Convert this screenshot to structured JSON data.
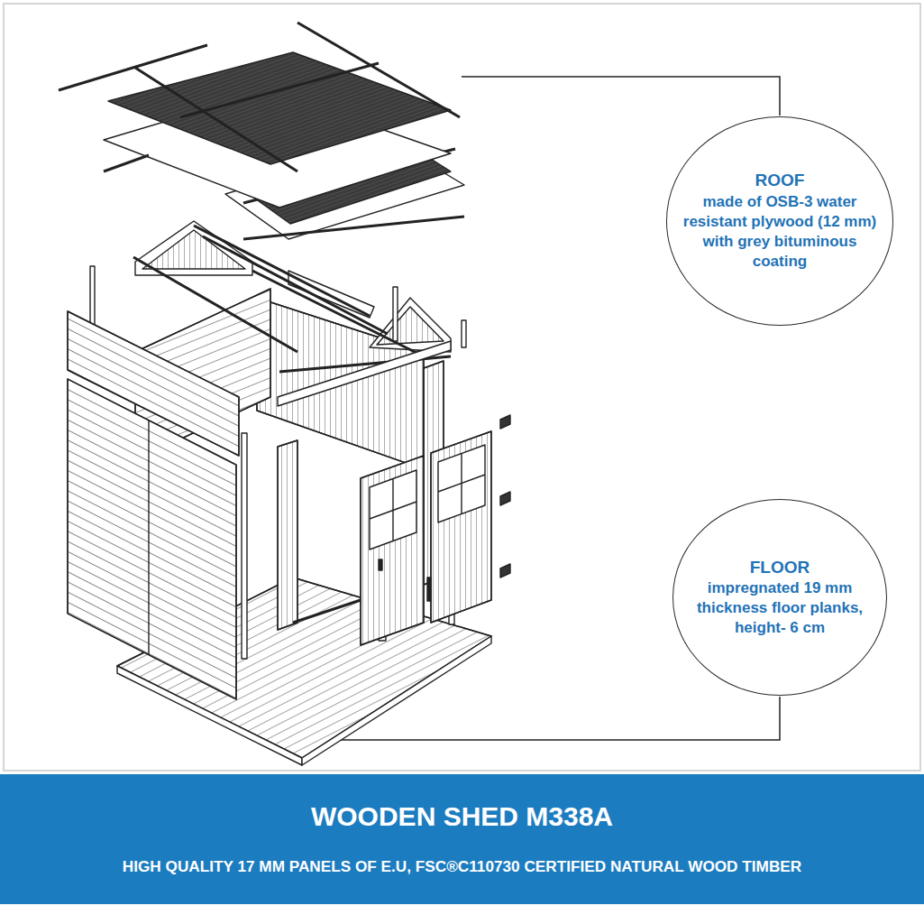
{
  "diagram": {
    "title": "WOODEN SHED M338A",
    "caption": "HIGH QUALITY 17 MM PANELS OF E.U, FSC®C110730 CERTIFIED NATURAL WOOD TIMBER",
    "nodes": [
      {
        "text": [
          "ROOF",
          "made of OSB-3 water resistant plywood (12 mm) with grey bituminous coating"
        ]
      },
      {
        "text": [
          "FLOOR",
          "impregnated 19 mm thickness floor planks, height- 6 cm"
        ]
      }
    ]
  }
}
